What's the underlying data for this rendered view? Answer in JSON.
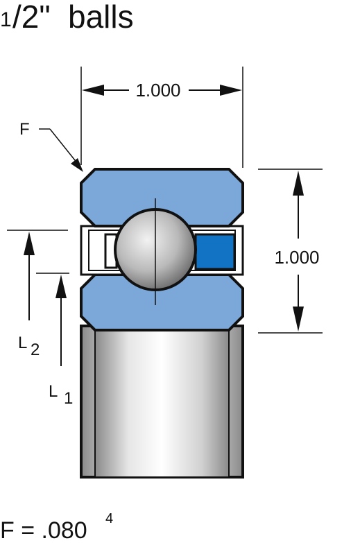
{
  "title": {
    "fraction_numerator": "1",
    "fraction_rest": "/2\"",
    "word": "balls"
  },
  "dimensions": {
    "width": "1.000",
    "height": "1.000"
  },
  "labels": {
    "chamfer": "F",
    "l2_letter": "L",
    "l2_sub": "2",
    "l1_letter": "L",
    "l1_sub": "1"
  },
  "footnote": {
    "text": "F = .080",
    "superscript": "4"
  },
  "colors": {
    "race_fill": "#7ba7d9",
    "separator_fill": "#1273c4",
    "outline": "#111111",
    "ball_light": "#f2f2f2",
    "ball_dark": "#5e5e5e",
    "shaft_light": "#e6e6e6",
    "shaft_dark": "#8a8a8a"
  }
}
